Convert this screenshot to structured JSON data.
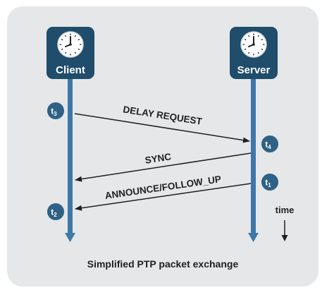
{
  "colors": {
    "background_card": "#e6e7e8",
    "node_fill": "#1f4d6b",
    "lifeline": "#3d78a8",
    "badge": "#2e6185",
    "arrow": "#1f1f1f",
    "text": "#1f1f1f"
  },
  "nodes": {
    "client": {
      "label": "Client",
      "icon": "clock-icon"
    },
    "server": {
      "label": "Server",
      "icon": "clock-icon"
    }
  },
  "messages": [
    {
      "label": "DELAY REQUEST",
      "from": "client",
      "to": "server"
    },
    {
      "label": "SYNC",
      "from": "server",
      "to": "client"
    },
    {
      "label": "ANNOUNCE/FOLLOW_UP",
      "from": "server",
      "to": "client"
    }
  ],
  "timestamps": {
    "t3": {
      "base": "t",
      "sub": "3",
      "side": "client"
    },
    "t4": {
      "base": "t",
      "sub": "4",
      "side": "server"
    },
    "t1": {
      "base": "t",
      "sub": "1",
      "side": "server"
    },
    "t2": {
      "base": "t",
      "sub": "2",
      "side": "client"
    }
  },
  "time_label": "time",
  "caption": "Simplified PTP packet exchange"
}
